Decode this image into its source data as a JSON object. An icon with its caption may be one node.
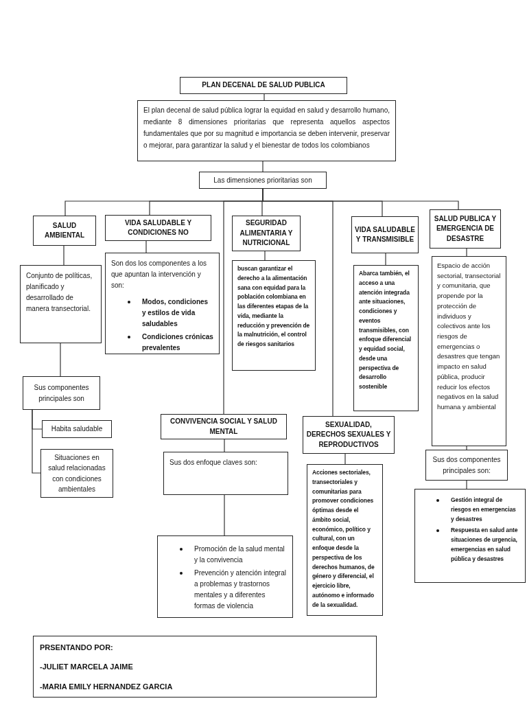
{
  "diagram": {
    "nodes": [
      {
        "text": [
          "PLAN DECENAL DE SALUD PUBLICA"
        ]
      },
      {
        "text": [
          "El plan decenal de salud pública lograr la equidad en salud y desarrollo humano, mediante 8 dimensiones prioritarias que representa aquellos aspectos fundamentales que por su magnitud e importancia se deben intervenir, preservar o mejorar, para garantizar la salud y el bienestar de todos los colombianos"
        ]
      },
      {
        "text": [
          "Las dimensiones prioritarias son"
        ]
      },
      {
        "text": [
          "SALUD AMBIENTAL"
        ]
      },
      {
        "text": [
          "VIDA SALUDABLE Y CONDICIONES NO"
        ]
      },
      {
        "text": [
          "SEGURIDAD ALIMENTARIA Y NUTRICIONAL"
        ]
      },
      {
        "text": [
          "VIDA SALUDABLE Y TRANSMISIBLE"
        ]
      },
      {
        "text": [
          "SALUD PUBLICA Y EMERGENCIA DE DESASTRE"
        ]
      },
      {
        "text": [
          "Conjunto de políticas, planificado y desarrollado de manera transectorial."
        ]
      },
      {
        "text": [
          "Son dos los componentes a los que apuntan la intervención y son:",
          "Modos, condiciones y estilos de vida saludables",
          "Condiciones crónicas prevalentes"
        ]
      },
      {
        "text": [
          "buscan garantizar el derecho a la alimentación sana con equidad para la población colombiana en las diferentes etapas de la vida, mediante la reducción y prevención de la malnutrición, el control de riesgos sanitarios"
        ]
      },
      {
        "text": [
          "Abarca también, el acceso a una atención integrada ante situaciones, condiciones y eventos transmisibles, con enfoque diferencial y equidad social, desde una perspectiva de desarrollo sostenible"
        ]
      },
      {
        "text": [
          "Espacio de acción sectorial, transectorial y comunitaria, que propende por la protección de individuos y colectivos ante los riesgos de emergencias o desastres que tengan impacto en salud pública, producir reducir los efectos negativos en la salud humana y ambiental"
        ]
      },
      {
        "text": [
          "Sus componentes principales son"
        ]
      },
      {
        "text": [
          "Habita saludable"
        ]
      },
      {
        "text": [
          "Situaciones en salud relacionadas con condiciones ambientales"
        ]
      },
      {
        "text": [
          "CONVIVENCIA SOCIAL Y SALUD MENTAL"
        ]
      },
      {
        "text": [
          "SEXUALIDAD, DERECHOS SEXUALES Y REPRODUCTIVOS"
        ]
      },
      {
        "text": [
          "Sus dos componentes principales son:"
        ]
      },
      {
        "text": [
          "Sus dos enfoque claves son:"
        ]
      },
      {
        "text": [
          "Acciones sectoriales, transectoriales y comunitarias para promover condiciones óptimas desde el ámbito social, económico, político y cultural, con un enfoque desde la perspectiva de los derechos humanos, de género y diferencial, el ejercicio libre, autónomo e informado de la sexualidad."
        ]
      },
      {
        "text": [
          "Promoción de la salud mental y la convivencia",
          "Prevención y atención integral a problemas y trastornos mentales y a diferentes formas de violencia"
        ]
      },
      {
        "text": [
          "Gestión integral de riesgos en emergencias y desastres",
          "Respuesta en salud ante situaciones de urgencia, emergencias en salud pública y desastres"
        ]
      },
      {
        "text": [
          "PRSENTANDO POR:",
          "-JULIET MARCELA JAIME",
          "-MARIA EMILY HERNANDEZ GARCIA"
        ]
      }
    ],
    "edges": [
      {
        "from": 0,
        "to": 1,
        "arrow": "none"
      },
      {
        "from": 1,
        "to": 2,
        "arrow": "none"
      },
      {
        "from": 2,
        "to": 3,
        "arrow": "none"
      },
      {
        "from": 2,
        "to": 4,
        "arrow": "none"
      },
      {
        "from": 2,
        "to": 5,
        "arrow": "none"
      },
      {
        "from": 2,
        "to": 16,
        "arrow": "none"
      },
      {
        "from": 2,
        "to": 17,
        "arrow": "none"
      },
      {
        "from": 2,
        "to": 6,
        "arrow": "none"
      },
      {
        "from": 2,
        "to": 7,
        "arrow": "none"
      },
      {
        "from": 3,
        "to": 8,
        "arrow": "none"
      },
      {
        "from": 4,
        "to": 9,
        "arrow": "none"
      },
      {
        "from": 5,
        "to": 10,
        "arrow": "none"
      },
      {
        "from": 6,
        "to": 11,
        "arrow": "none"
      },
      {
        "from": 7,
        "to": 12,
        "arrow": "none"
      },
      {
        "from": 8,
        "to": 13,
        "arrow": "none"
      },
      {
        "from": 13,
        "to": 14,
        "arrow": "none"
      },
      {
        "from": 13,
        "to": 15,
        "arrow": "none"
      },
      {
        "from": 16,
        "to": 19,
        "arrow": "none"
      },
      {
        "from": 17,
        "to": 20,
        "arrow": "none"
      },
      {
        "from": 12,
        "to": 18,
        "arrow": "none"
      },
      {
        "from": 18,
        "to": 22,
        "arrow": "none"
      },
      {
        "from": 19,
        "to": 21,
        "arrow": "none"
      }
    ]
  }
}
